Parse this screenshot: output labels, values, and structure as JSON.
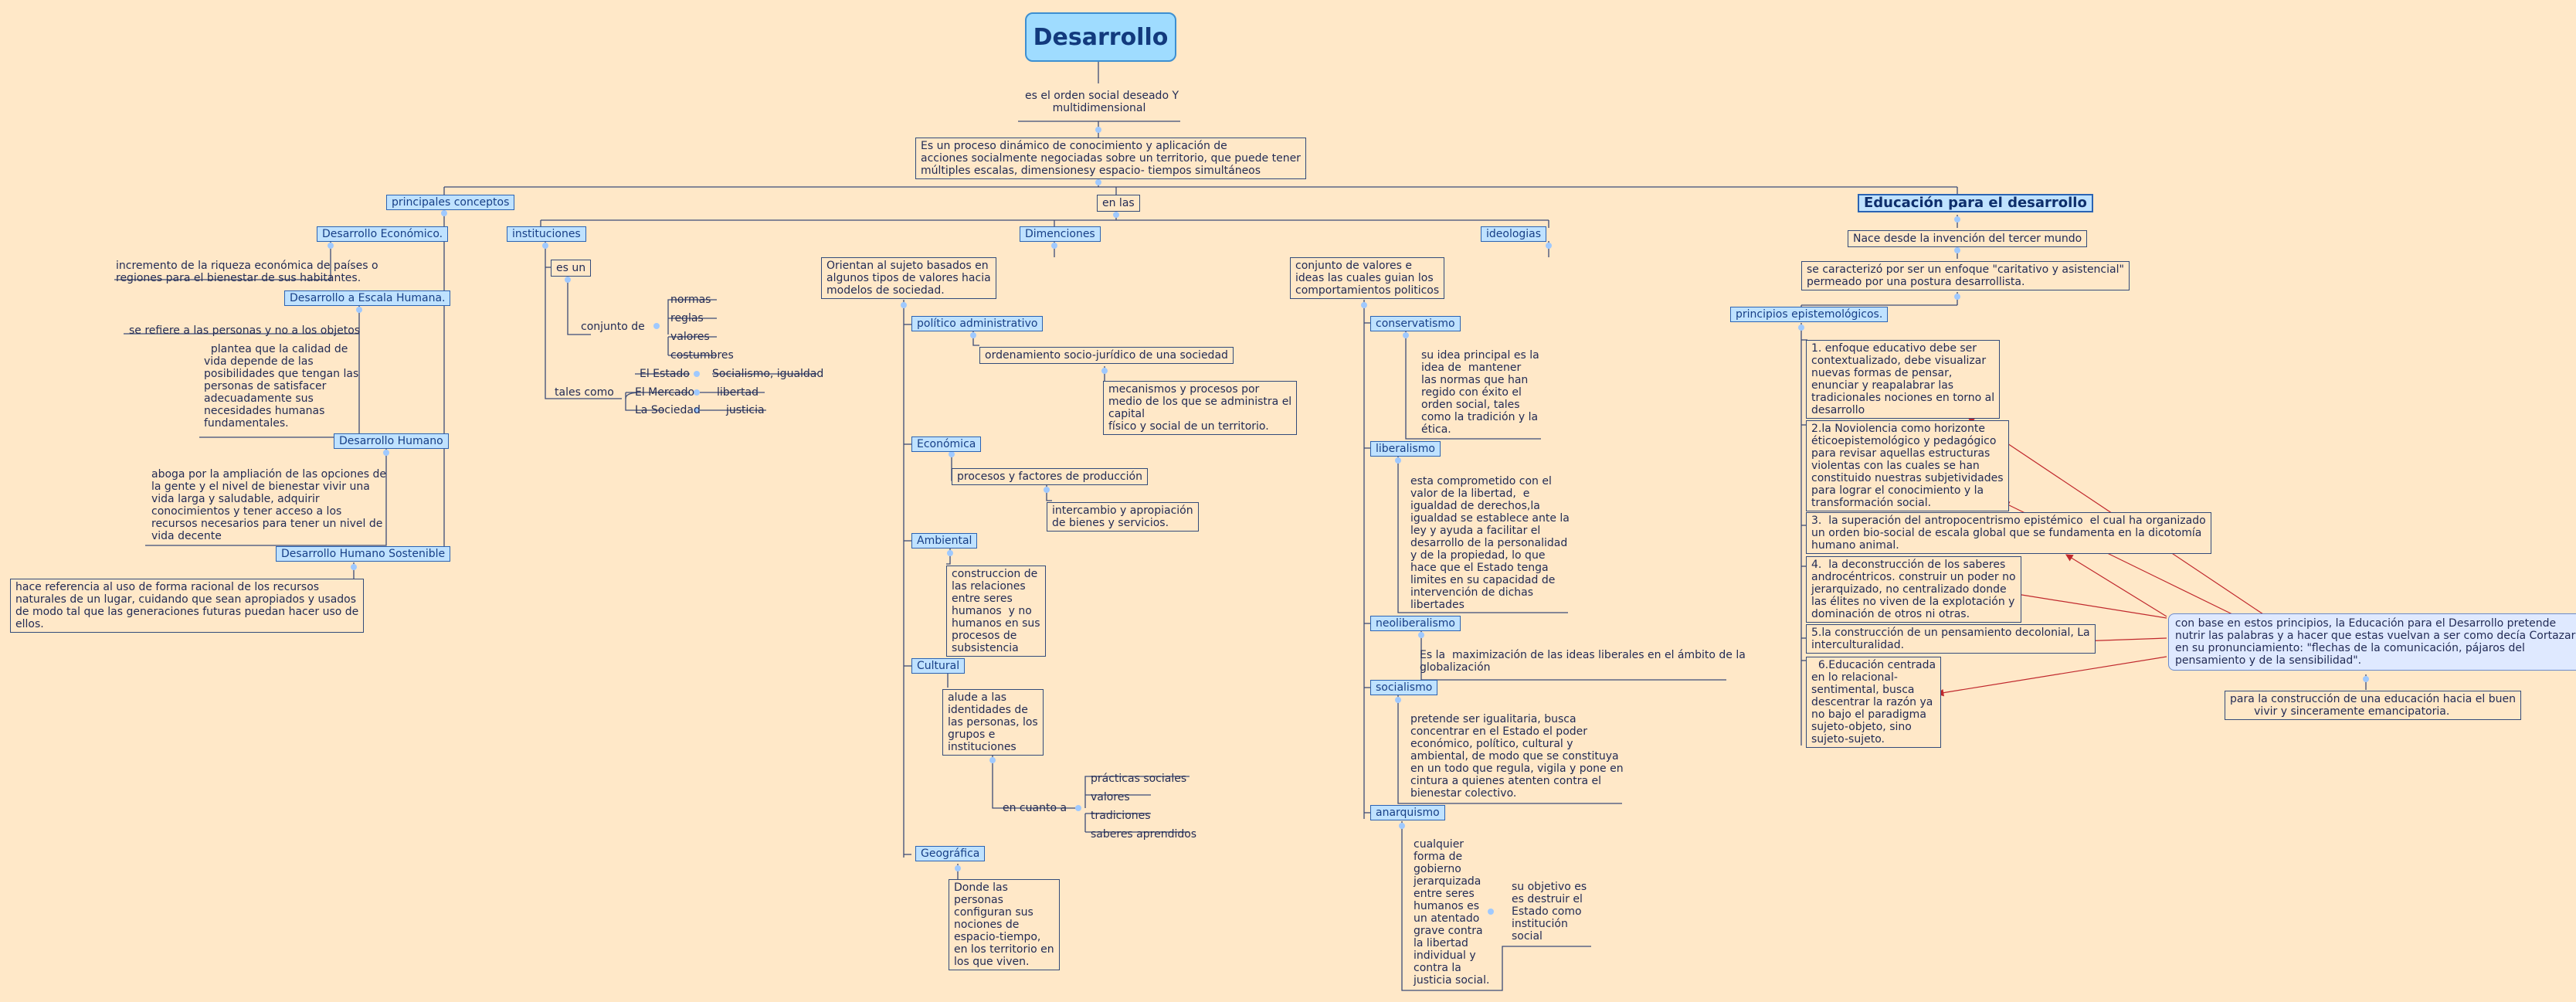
{
  "title": "Desarrollo",
  "t1": "es el orden social deseado Y\n        multidimensional",
  "t2": "Es un proceso dinámico de conocimiento y aplicación de\nacciones socialmente negociadas sobre un territorio, que puede tener\nmúltiples escalas, dimensionesy espacio- tiempos simultáneos",
  "principales": "principales conceptos",
  "enlas": "en las",
  "educacion": "Educación para el desarrollo",
  "economico": "Desarrollo Económico.",
  "economico_t": "incremento de la riqueza económica de países o\nregiones para el bienestar de sus habitantes.",
  "escala": "Desarrollo a Escala Humana.",
  "escala_t1": "se refiere a las personas y no a los objetos",
  "escala_t2": "  plantea que la calidad de\nvida depende de las\nposibilidades que tengan las\npersonas de satisfacer\nadecuadamente sus\nnecesidades humanas\nfundamentales.",
  "humano": "Desarrollo Humano",
  "humano_t": "aboga por la ampliación de las opciones de\nla gente y el nivel de bienestar vivir una\nvida larga y saludable, adquirir\nconocimientos y tener acceso a los\nrecursos necesarios para tener un nivel de\nvida decente",
  "sostenible": "Desarrollo Humano Sostenible",
  "sostenible_t": "hace referencia al uso de forma racional de los recursos\nnaturales de un lugar, cuidando que sean apropiados y usados\nde modo tal que las generaciones futuras puedan hacer uso de\nellos.",
  "instituciones": "instituciones",
  "esun": "es un",
  "conjunto": "conjunto de",
  "normas": "normas",
  "reglas": "reglas",
  "valores": "valores",
  "costumbres": "costumbres",
  "talescomo": "tales como",
  "estado": "El Estado",
  "mercado": "El Mercado",
  "sociedad": "La Sociedad",
  "socialismo": "Socialismo, igualdad",
  "libertad": "libertad",
  "justicia": "justicia",
  "dimenciones": "Dimenciones",
  "orientan": "Orientan al sujeto basados en\nalgunos tipos de valores hacia\nmodelos de sociedad.",
  "politico": "político administrativo",
  "ordenamiento": "ordenamiento socio-jurídico de una sociedad",
  "mecanismos": "mecanismos y procesos por\nmedio de los que se administra el\ncapital\nfísico y social de un territorio.",
  "economica": "Económica",
  "procesos": "procesos y factores de producción",
  "intercambio": "intercambio y apropiación\nde bienes y servicios.",
  "ambiental": "Ambiental",
  "ambiental_t": "construccion de\nlas relaciones\nentre seres\nhumanos  y no\nhumanos en sus\nprocesos de\nsubsistencia",
  "cultural": "Cultural",
  "cultural_t": "alude a las\nidentidades de\nlas personas, los\ngrupos e\ninstituciones",
  "encuanto": "en cuanto a",
  "practicas": "prácticas sociales",
  "valores2": "valores",
  "tradiciones": "tradiciones",
  "saberes": "saberes aprendidos",
  "geografica": "Geográfica",
  "geografica_t": "Donde las\npersonas\nconfiguran sus\nnociones de\nespacio-tiempo,\nen los territorio en\nlos que viven.",
  "ideologias": "ideologias",
  "conjunto_valores": "conjunto de valores e\nideas las cuales guian los\ncomportamientos politicos",
  "conservatismo": "conservatismo",
  "conservatismo_t": "su idea principal es la\nidea de  mantener\nlas normas que han\nregido con éxito el\norden social, tales\ncomo la tradición y la\nética.",
  "liberalismo": "liberalismo",
  "liberalismo_t": "esta comprometido con el\nvalor de la libertad,  e\nigualdad de derechos,la\nigualdad se establece ante la\nley y ayuda a facilitar el\ndesarrollo de la personalidad\ny de la propiedad, lo que\nhace que el Estado tenga\nlimites en su capacidad de\nintervención de dichas\nlibertades",
  "neoliberalismo": "neoliberalismo",
  "neoliberalismo_t": "Es la  maximización de las ideas liberales en el ámbito de la\nglobalización",
  "socialismo2": "socialismo",
  "socialismo_t": "pretende ser igualitaria, busca\nconcentrar en el Estado el poder\neconómico, político, cultural y\nambiental, de modo que se constituya\nen un todo que regula, vigila y pone en\ncintura a quienes atenten contra el\nbienestar colectivo.",
  "anarquismo": "anarquismo",
  "anarquismo_t": "cualquier\nforma de\ngobierno\njerarquizada\nentre seres\nhumanos es\nun atentado\ngrave contra\nla libertad\nindividual y\ncontra la\njusticia social.",
  "anarquismo_t2": "su objetivo es\nes destruir el\nEstado como\ninstitución\nsocial",
  "nace": "Nace desde la invención del tercer mundo",
  "caracterizo": "se caracterizó por ser un enfoque \"caritativo y asistencial\"\npermeado por una postura desarrollista.",
  "principios": "principios epistemológicos.",
  "p1": "1. enfoque educativo debe ser\ncontextualizado, debe visualizar\nnuevas formas de pensar,\nenunciar y reapalabrar las\ntradicionales nociones en torno al\ndesarrollo",
  "p2": "2.la Noviolencia como horizonte\néticoepistemológico y pedagógico\npara revisar aquellas estructuras\nviolentas con las cuales se han\nconstituido nuestras subjetividades\npara lograr el conocimiento y la\ntransformación social.",
  "p3": "3.  la superación del antropocentrismo epistémico  el cual ha organizado\nun orden bio-social de escala global que se fundamenta en la dicotomía\nhumano animal.",
  "p4": "4.  la deconstrucción de los saberes\nandrocéntricos. construir un poder no\njerarquizado, no centralizado donde\nlas élites no viven de la explotación y\ndominación de otros ni otras.",
  "p5": "5.la construcción de un pensamiento decolonial, La\ninterculturalidad.",
  "p6": "  6.Educación centrada\nen lo relacional-\nsentimental, busca\ndescentrar la razón ya\nno bajo el paradigma\nsujeto-objeto, sino\nsujeto-sujeto.",
  "cortazar": "con base en estos principios, la Educación para el Desarrollo pretende\nnutrir las palabras y a hacer que estas vuelvan a ser como decía Cortazar\nen su pronunciamiento: \"flechas de la comunicación, pájaros del\npensamiento y de la sensibilidad\".",
  "buen_vivir": "para la construcción de una educación hacia el buen\n       vivir y sinceramente emancipatoria."
}
